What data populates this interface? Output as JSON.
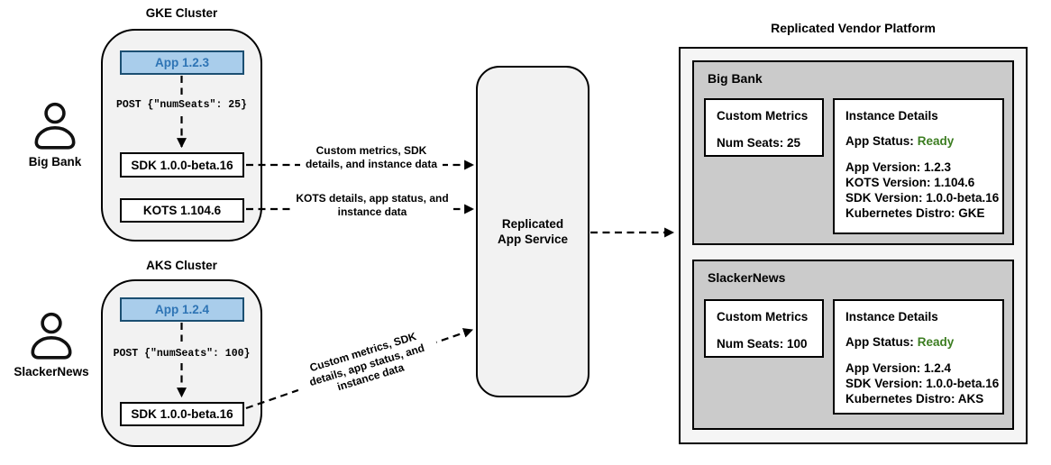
{
  "colors": {
    "app_fill": "#a9cdeb",
    "app_border": "#1b4f72",
    "app_text": "#2e74b5",
    "ready_green": "#3c7d21",
    "cluster_fill": "#f2f2f2",
    "platform_fill": "#f5f5f5",
    "panel_fill": "#cbcbcb"
  },
  "gke": {
    "title": "GKE Cluster",
    "user": "Big Bank",
    "app_label": "App 1.2.3",
    "post_label": "POST {\"numSeats\": 25}",
    "sdk_label": "SDK 1.0.0-beta.16",
    "kots_label": "KOTS 1.104.6"
  },
  "aks": {
    "title": "AKS Cluster",
    "user": "SlackerNews",
    "app_label": "App 1.2.4",
    "post_label": "POST {\"numSeats\": 100}",
    "sdk_label": "SDK 1.0.0-beta.16"
  },
  "flows": {
    "gke_sdk": {
      "lines": [
        "Custom metrics, SDK",
        "details, and instance data"
      ]
    },
    "gke_kots": {
      "lines": [
        "KOTS details, app status, and",
        "instance data"
      ]
    },
    "aks_sdk": {
      "lines": [
        "Custom metrics, SDK",
        "details, app status, and",
        "instance data"
      ]
    }
  },
  "service": {
    "lines": [
      "Replicated",
      "App Service"
    ]
  },
  "platform": {
    "title": "Replicated Vendor Platform",
    "customers": [
      {
        "name": "Big Bank",
        "metrics_title": "Custom Metrics",
        "metric": "Num Seats: 25",
        "details_title": "Instance Details",
        "status_label": "App Status:",
        "status_value": "Ready",
        "fields": [
          "App Version: 1.2.3",
          "KOTS Version: 1.104.6",
          "SDK Version: 1.0.0-beta.16",
          "Kubernetes Distro: GKE"
        ]
      },
      {
        "name": "SlackerNews",
        "metrics_title": "Custom Metrics",
        "metric": "Num Seats: 100",
        "details_title": "Instance Details",
        "status_label": "App Status:",
        "status_value": "Ready",
        "fields": [
          "App Version: 1.2.4",
          "SDK Version: 1.0.0-beta.16",
          "Kubernetes Distro: AKS"
        ]
      }
    ]
  }
}
